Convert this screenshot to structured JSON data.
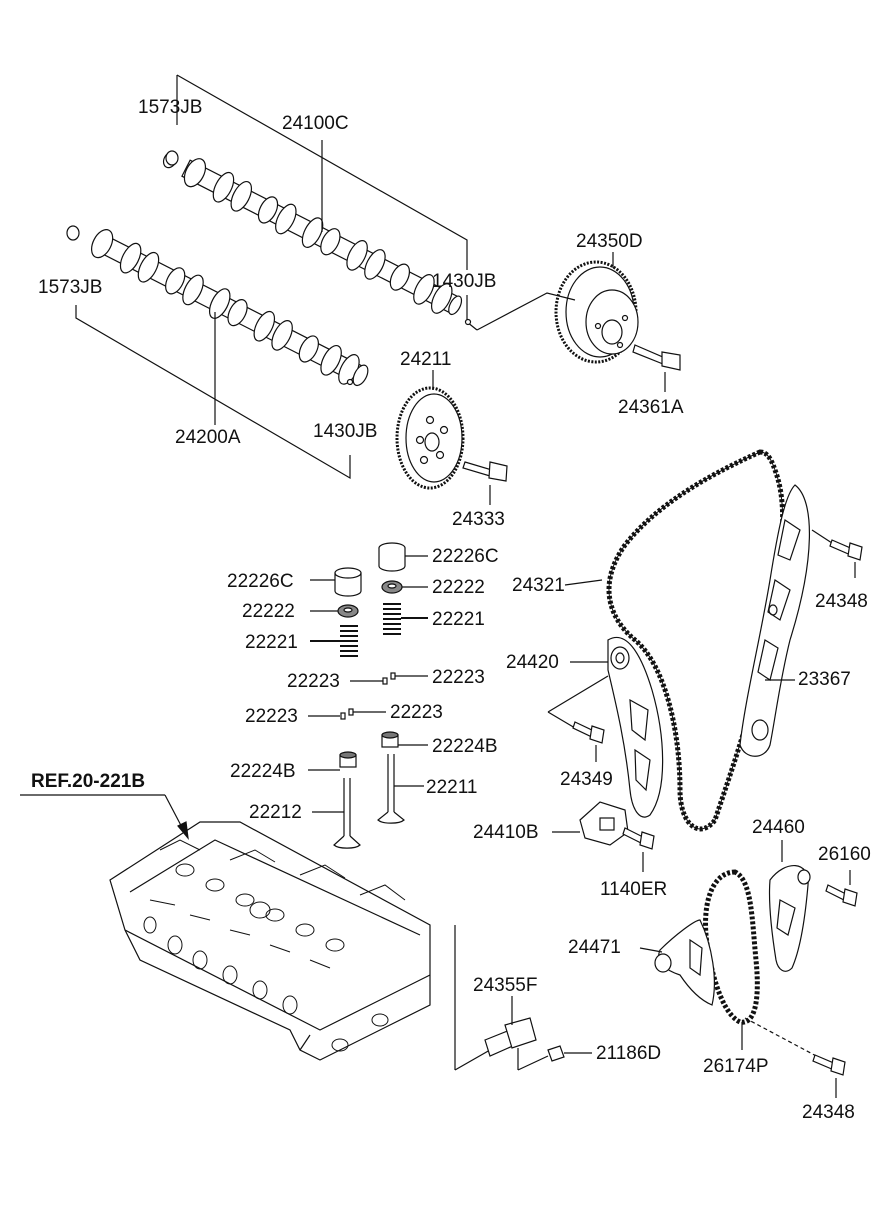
{
  "labels": {
    "p1573JB_top": "1573JB",
    "p24100C": "24100C",
    "p1573JB_left": "1573JB",
    "p1430JB_top": "1430JB",
    "p24350D": "24350D",
    "p24211": "24211",
    "p24361A": "24361A",
    "p1430JB_mid": "1430JB",
    "p24200A": "24200A",
    "p24333": "24333",
    "p22226C_r": "22226C",
    "p22226C_l": "22226C",
    "p22222_r": "22222",
    "p22222_l": "22222",
    "p22221_r": "22221",
    "p22221_l": "22221",
    "p24321": "24321",
    "p24348_top": "24348",
    "p24420": "24420",
    "p22223_a": "22223",
    "p22223_b": "22223",
    "p22223_c": "22223",
    "p22223_d": "22223",
    "p23367": "23367",
    "p22224B_r": "22224B",
    "p22224B_l": "22224B",
    "p24349": "24349",
    "p22211": "22211",
    "p22212": "22212",
    "ref": "REF.20-221B",
    "p24410B": "24410B",
    "p24460": "24460",
    "p26160": "26160",
    "p1140ER": "1140ER",
    "p24471": "24471",
    "p24355F": "24355F",
    "p21186D": "21186D",
    "p26174P": "26174P",
    "p24348_bot": "24348"
  },
  "colors": {
    "line": "#111111",
    "fill": "#ffffff",
    "shade": "#bdbdbd"
  }
}
